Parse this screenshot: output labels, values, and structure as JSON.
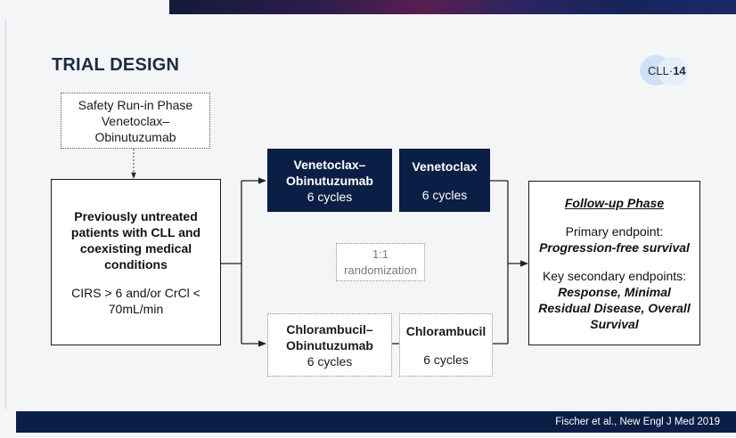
{
  "slide": {
    "title": "TRIAL DESIGN",
    "logo": {
      "prefix": "CLL·",
      "number": "14"
    },
    "safety": {
      "line1": "Safety Run-in Phase",
      "line2": "Venetoclax–",
      "line3": "Obinutuzumab"
    },
    "population": {
      "line1": "Previously untreated",
      "line2": "patients with CLL and",
      "line3": "coexisting medical",
      "line4": "conditions",
      "line5": "CIRS > 6 and/or CrCl <",
      "line6": "70mL/min"
    },
    "arm_a": {
      "combo": {
        "line1": "Venetoclax–",
        "line2": "Obinutuzumab",
        "cycles": "6 cycles"
      },
      "mono": {
        "line1": "Venetoclax",
        "cycles": "6 cycles"
      }
    },
    "randomization": {
      "ratio": "1:1",
      "label": "randomization"
    },
    "arm_b": {
      "combo": {
        "line1": "Chlorambucil–",
        "line2": "Obinutuzumab",
        "cycles": "6 cycles"
      },
      "mono": {
        "line1": "Chlorambucil",
        "cycles": "6 cycles"
      }
    },
    "followup": {
      "title": "Follow-up Phase",
      "primary_label": "Primary endpoint:",
      "primary_value": "Progression-free survival",
      "secondary_label": "Key secondary endpoints:",
      "secondary_line1": "Response, Minimal",
      "secondary_line2": "Residual Disease, Overall",
      "secondary_line3": "Survival"
    },
    "citation": "Fischer et al., New Engl J Med 2019"
  },
  "colors": {
    "navy": "#0b1e45",
    "title": "#1f2a44"
  }
}
